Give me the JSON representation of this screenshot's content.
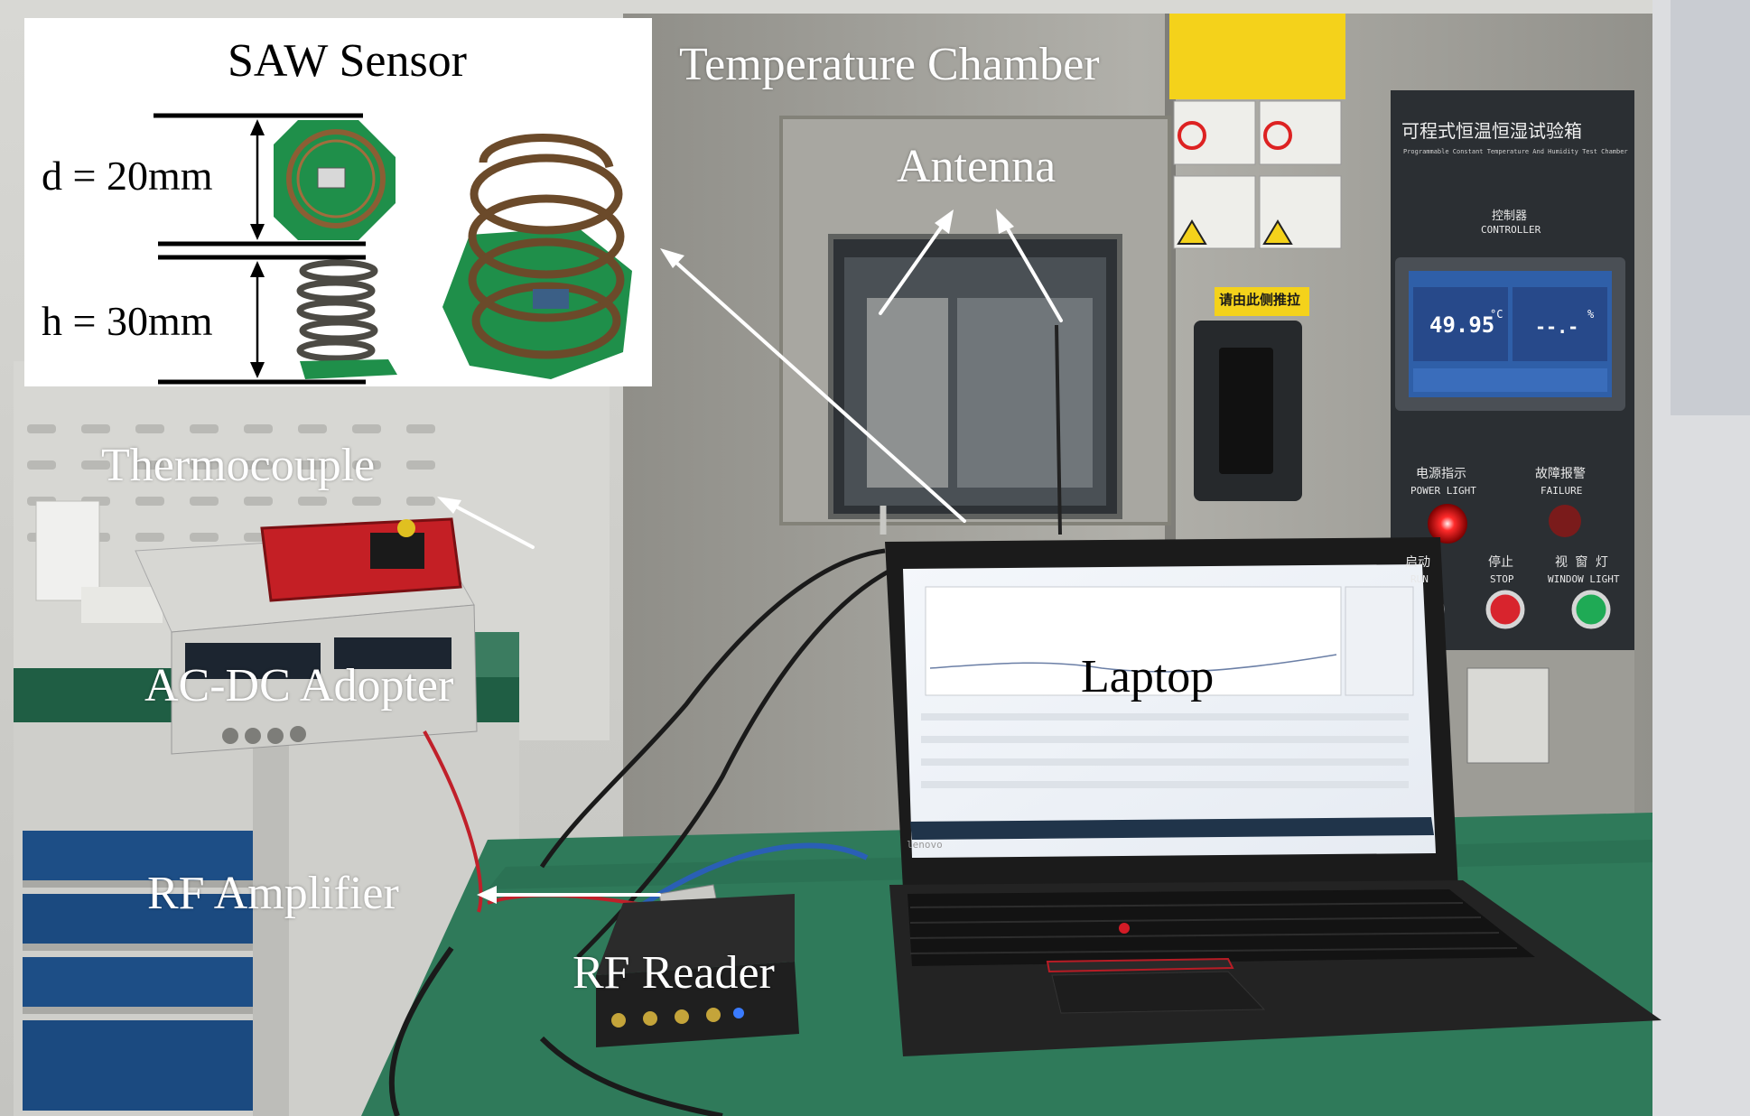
{
  "labels": {
    "temperature_chamber": "Temperature Chamber",
    "antenna": "Antenna",
    "thermocouple": "Thermocouple",
    "ac_dc_adopter": "AC-DC Adopter",
    "laptop": "Laptop",
    "rf_amplifier": "RF Amplifier",
    "rf_reader": "RF Reader"
  },
  "inset": {
    "title": "SAW Sensor",
    "d_label": "d = 20mm",
    "h_label": "h = 30mm"
  },
  "chamber_panel": {
    "title_cn": "可程式恒温恒湿试验箱",
    "title_en": "Programmable Constant Temperature And Humidity Test Chamber",
    "controller_cn": "控制器",
    "controller_en": "CONTROLLER",
    "display_temp": "49.95",
    "display_temp_unit": "°C",
    "display_humidity": "--.-",
    "display_humidity_unit": "%",
    "power_cn": "电源指示",
    "power_en": "POWER LIGHT",
    "failure_cn": "故障报警",
    "failure_en": "FAILURE",
    "run_cn": "启动",
    "run_en": "RUN",
    "stop_cn": "停止",
    "stop_en": "STOP",
    "window_cn": "视 窗 灯",
    "window_en": "WINDOW LIGHT",
    "door_sign": "请由此侧推拉"
  },
  "laptop_brand": "lenovo",
  "colors": {
    "bench_green": "#2f7a5a",
    "chamber_steel": "#9e9d97",
    "panel_dark": "#2b2f33",
    "power_led": "#ff2a2a",
    "run_button": "#1faa55",
    "stop_button": "#d8242d",
    "pcb_green": "#1f8f4a",
    "coil_copper": "#6b4a2a",
    "warning_yellow": "#f4d21b"
  }
}
